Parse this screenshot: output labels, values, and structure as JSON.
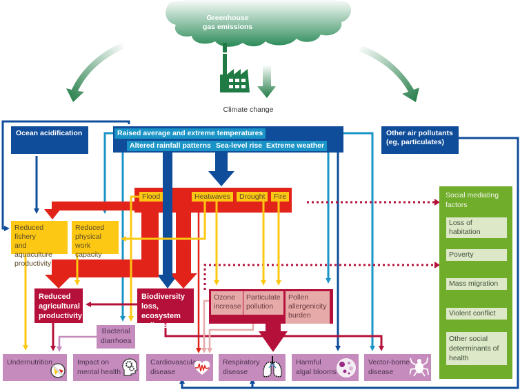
{
  "source": {
    "cloud": "Greenhouse gas emissions",
    "cloud_lines": [
      "Greenhouse",
      "gas emissions"
    ],
    "outcome": "Climate change"
  },
  "drivers": {
    "ocean": "Ocean acidification",
    "hazards_top": "Raised average and extreme temperatures",
    "hazards": [
      "Altered rainfall patterns",
      "Sea-level rise",
      "Extreme weather"
    ],
    "air_lines": [
      "Other air pollutants",
      "(eg, particulates)"
    ]
  },
  "events": [
    "Flood",
    "Heatwaves",
    "Drought",
    "Fire"
  ],
  "intermediate": {
    "fishery_lines": [
      "Reduced fishery",
      "and aquaculture",
      "productivity"
    ],
    "work_lines": [
      "Reduced",
      "physical work",
      "capacity"
    ],
    "agri_lines": [
      "Reduced",
      "agricultural",
      "productivity"
    ],
    "biodiv_lines": [
      "Biodiversity",
      "loss, ecosystem",
      "collapse, pests"
    ],
    "ozone_lines": [
      "Ozone",
      "increase"
    ],
    "particulate_lines": [
      "Particulate",
      "pollution"
    ],
    "pollen_lines": [
      "Pollen",
      "allergenicity",
      "burden"
    ],
    "diarrhoea_lines": [
      "Bacterial",
      "diarrhoea"
    ]
  },
  "outcomes": [
    {
      "lines": [
        "Undernutrition"
      ],
      "icon": "food-plate-icon"
    },
    {
      "lines": [
        "Impact on",
        "mental health"
      ],
      "icon": "head-gears-icon"
    },
    {
      "lines": [
        "Cardiovascular",
        "disease"
      ],
      "icon": "heart-pulse-icon"
    },
    {
      "lines": [
        "Respiratory",
        "disease"
      ],
      "icon": "lungs-icon"
    },
    {
      "lines": [
        "Harmful",
        "algal blooms"
      ],
      "icon": "algae-cells-icon"
    },
    {
      "lines": [
        "Vector-borne",
        "disease"
      ],
      "icon": "tick-icon"
    }
  ],
  "social": {
    "title_lines": [
      "Social mediating",
      "factors"
    ],
    "items": [
      "Loss of habitation",
      "Poverty",
      "Mass migration",
      "Violent conflict",
      "Other social determinants of health"
    ]
  },
  "colors": {
    "green": "#1f7a44",
    "navy": "#0f4c99",
    "cyan": "#1a93c6",
    "red": "#e2231a",
    "yellow": "#fcc813",
    "crimson": "#b5103a",
    "pink": "#e6aaa9",
    "lilac": "#c58bbd",
    "leaf": "#6fad2a"
  }
}
